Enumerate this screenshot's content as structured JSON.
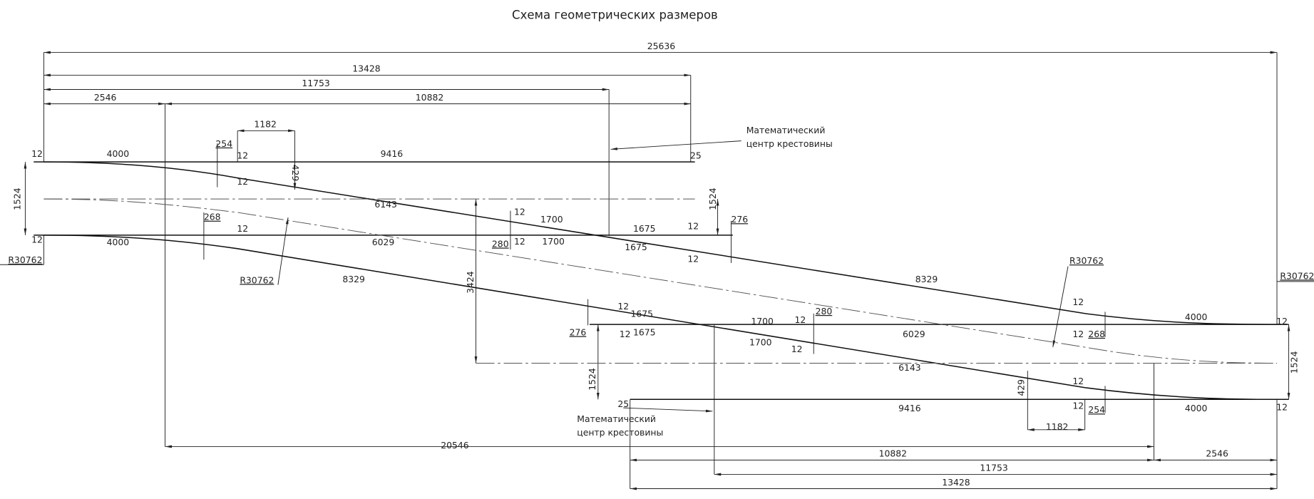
{
  "title": "Схема геометрических размеров",
  "labels": [
    "25636",
    "13428",
    "11753",
    "2546",
    "10882",
    "1182",
    "254",
    "12",
    "4000",
    "12",
    "9416",
    "25",
    "12",
    "429",
    "1524",
    "6143",
    "1524",
    "12",
    "1700",
    "276",
    "268",
    "12",
    "1675",
    "12",
    "12",
    "4000",
    "6029",
    "280",
    "12",
    "1700",
    "1675",
    "12",
    "R30762",
    "R30762",
    "8329",
    "8329",
    "R30762",
    "R30762",
    "3424",
    "12",
    "1675",
    "12",
    "4000",
    "12",
    "276",
    "12",
    "1675",
    "1700",
    "12",
    "280",
    "6029",
    "12",
    "268",
    "1700",
    "12",
    "6143",
    "1524",
    "1524",
    "12",
    "429",
    "25",
    "9416",
    "12",
    "254",
    "4000",
    "12",
    "1182",
    "Математический",
    "центр крестовины",
    "Математический",
    "центр крестовины",
    "20546",
    "10882",
    "2546",
    "11753",
    "13428"
  ]
}
